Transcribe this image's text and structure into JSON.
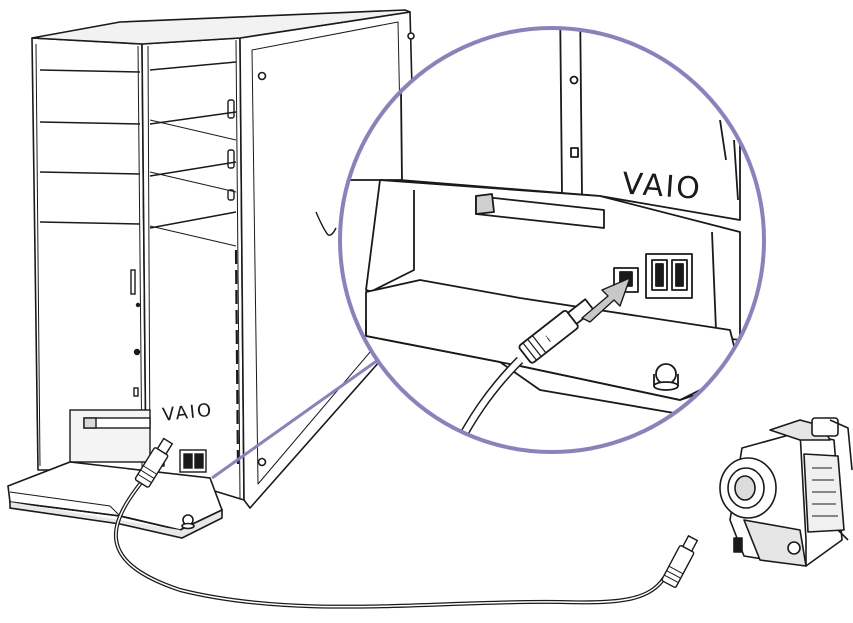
{
  "illustration": {
    "tower_logo": "VAIO",
    "zoom_logo": "VAIO",
    "colors": {
      "line": "#1a1a1a",
      "accent_circle": "#8a82c0",
      "panel_gray": "#d9d9d9",
      "light_gray": "#eeeeee",
      "white": "#ffffff"
    },
    "parts": [
      "computer-tower",
      "front-drive-bays",
      "front-cover-flap",
      "i-link-port",
      "usb-ports",
      "magnified-port-inset",
      "insert-arrow",
      "i-link-cable",
      "camcorder"
    ]
  }
}
